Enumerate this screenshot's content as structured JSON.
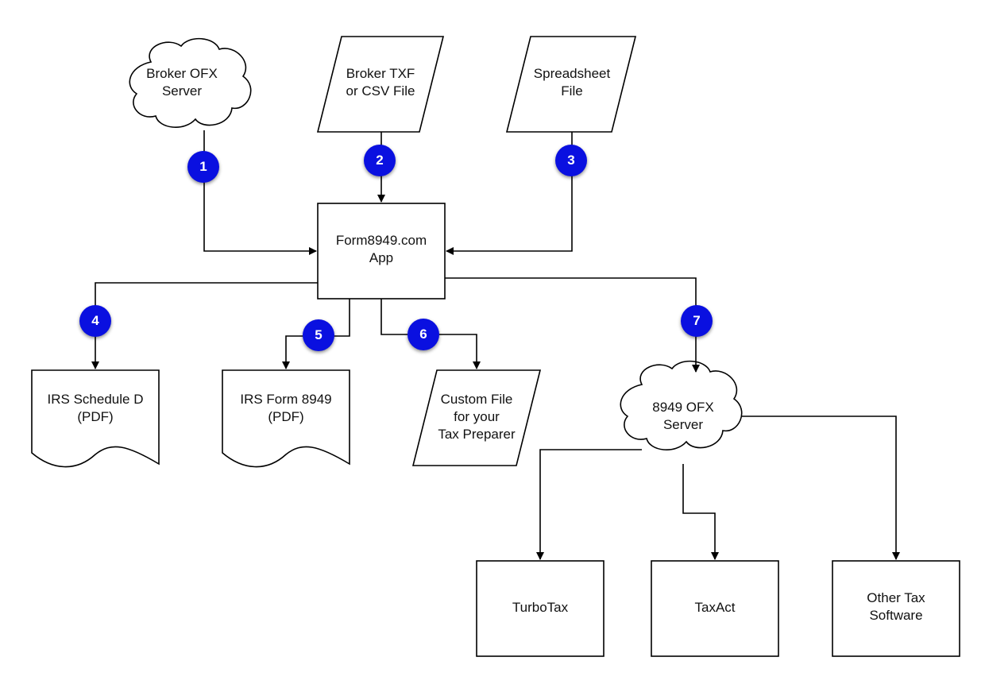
{
  "nodes": {
    "broker_ofx": {
      "line1": "Broker OFX",
      "line2": "Server"
    },
    "broker_txf": {
      "line1": "Broker TXF",
      "line2": "or CSV File"
    },
    "spreadsheet": {
      "line1": "Spreadsheet",
      "line2": "File"
    },
    "app": {
      "line1": "Form8949.com",
      "line2": "App"
    },
    "schedule_d": {
      "line1": "IRS Schedule D",
      "line2": "(PDF)"
    },
    "form_8949": {
      "line1": "IRS Form 8949",
      "line2": "(PDF)"
    },
    "custom_file": {
      "line1": "Custom File",
      "line2": "for your",
      "line3": "Tax Preparer"
    },
    "ofx_8949": {
      "line1": "8949 OFX",
      "line2": "Server"
    },
    "turbotax": {
      "label": "TurboTax"
    },
    "taxact": {
      "label": "TaxAct"
    },
    "other": {
      "line1": "Other Tax",
      "line2": "Software"
    }
  },
  "badges": [
    "1",
    "2",
    "3",
    "4",
    "5",
    "6",
    "7"
  ],
  "colors": {
    "badge": "#0a10e0",
    "stroke": "#000000",
    "fill": "#ffffff"
  }
}
